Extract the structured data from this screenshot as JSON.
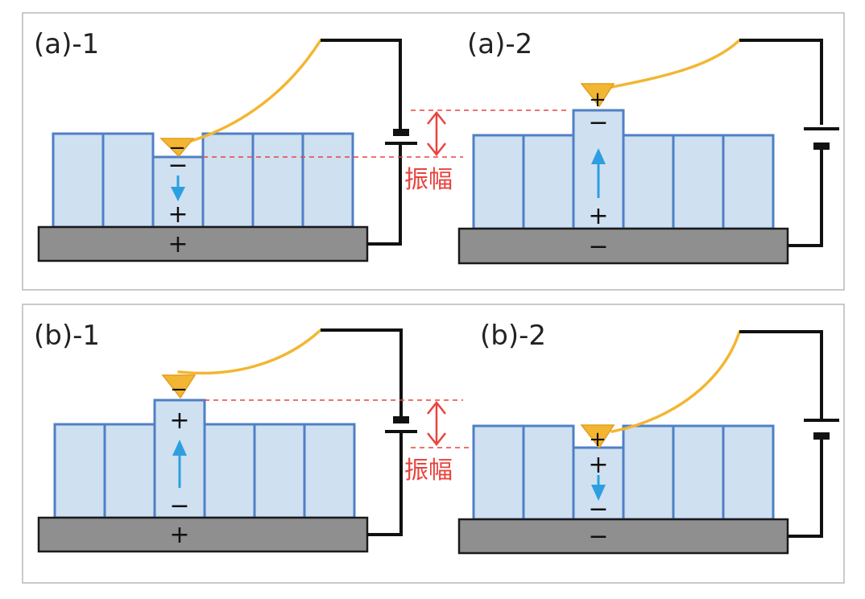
{
  "panels": [
    {
      "label": "(a)-1",
      "amplitude": "振幅",
      "substrate": "+",
      "cell_top": "−",
      "cell_bottom": "+",
      "tip": "−"
    },
    {
      "label": "(a)-2",
      "substrate": "−",
      "cell_top": "−",
      "cell_bottom": "+",
      "tip": "+"
    },
    {
      "label": "(b)-1",
      "amplitude": "振幅",
      "substrate": "+",
      "cell_top": "+",
      "cell_bottom": "−",
      "tip": "−"
    },
    {
      "label": "(b)-2",
      "substrate": "−",
      "cell_top": "+",
      "cell_bottom": "−",
      "tip": "+"
    }
  ],
  "colors": {
    "cell_fill": "#cfe0f1",
    "cell_stroke": "#4f80c6",
    "substrate": "#8f8f8f",
    "cable": "#f3b632",
    "amplitude": "#e8443e",
    "polarization_arrow": "#2d9fe0"
  }
}
